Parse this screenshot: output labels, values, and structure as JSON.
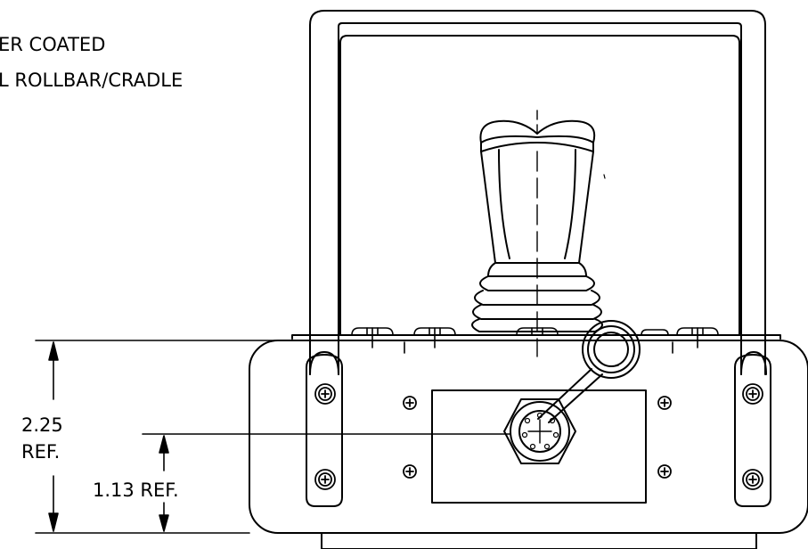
{
  "callout": {
    "line1": "ER COATED",
    "line2": "L ROLLBAR/CRADLE"
  },
  "dimensions": {
    "overall_value": "2.25",
    "overall_unit": "REF.",
    "center": "1.13 REF."
  },
  "colors": {
    "line": "#000000",
    "background": "#ffffff"
  }
}
